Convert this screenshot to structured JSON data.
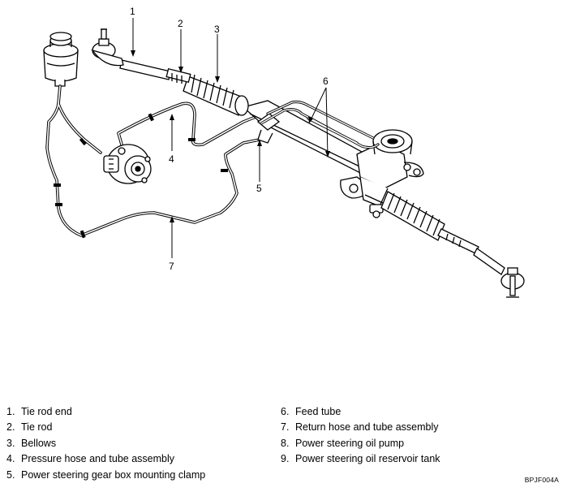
{
  "callouts": [
    "1",
    "2",
    "3",
    "4",
    "5",
    "6",
    "7"
  ],
  "legend": {
    "left": [
      {
        "num": "1.",
        "text": "Tie rod end"
      },
      {
        "num": "2.",
        "text": "Tie rod"
      },
      {
        "num": "3.",
        "text": "Bellows"
      },
      {
        "num": "4.",
        "text": "Pressure hose and tube assembly"
      },
      {
        "num": "5.",
        "text": "Power steering gear box mounting clamp"
      }
    ],
    "right": [
      {
        "num": "6.",
        "text": "Feed tube"
      },
      {
        "num": "7.",
        "text": "Return hose and tube assembly"
      },
      {
        "num": "8.",
        "text": "Power steering oil pump"
      },
      {
        "num": "9.",
        "text": "Power steering oil reservoir tank"
      }
    ]
  },
  "figure_code": "BPJF004A"
}
